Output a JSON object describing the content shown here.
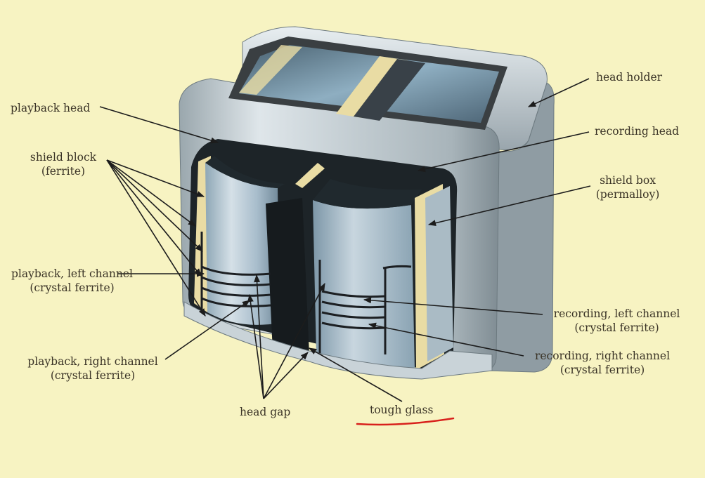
{
  "labels": {
    "head_holder": "head holder",
    "playback_head": "playback head",
    "recording_head": "recording head",
    "shield_block_1": "shield block",
    "shield_block_2": "(ferrite)",
    "shield_box_1": "shield box",
    "shield_box_2": "(permalloy)",
    "pb_left_1": "playback, left channel",
    "pb_left_2": "(crystal ferrite)",
    "rec_left_1": "recording, left channel",
    "rec_left_2": "(crystal ferrite)",
    "pb_right_1": "playback, right channel",
    "pb_right_2": "(crystal ferrite)",
    "rec_right_1": "recording, right channel",
    "rec_right_2": "(crystal ferrite)",
    "head_gap": "head gap",
    "tough_glass": "tough glass"
  },
  "colors": {
    "background": "#f7f3c2",
    "text": "#3a3326",
    "leader": "#1c1c1c",
    "underline": "#d8201c",
    "metal_dark": "#1d2428",
    "metal_light": "#dfe6ea",
    "glass_tint": "#8fb2c7",
    "gap_stripe": "#f1e6b4"
  }
}
